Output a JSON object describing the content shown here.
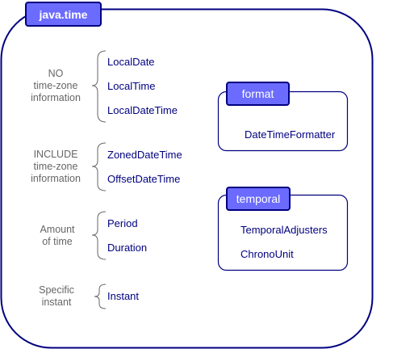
{
  "package": {
    "name": "java.time"
  },
  "groups": [
    {
      "label_lines": [
        "NO",
        "time-zone",
        "information"
      ],
      "classes": [
        "LocalDate",
        "LocalTime",
        "LocalDateTime"
      ]
    },
    {
      "label_lines": [
        "INCLUDE",
        "time-zone",
        "information"
      ],
      "classes": [
        "ZonedDateTime",
        "OffsetDateTime"
      ]
    },
    {
      "label_lines": [
        "Amount",
        "of time"
      ],
      "classes": [
        "Period",
        "Duration"
      ]
    },
    {
      "label_lines": [
        "Specific",
        "instant"
      ],
      "classes": [
        "Instant"
      ]
    }
  ],
  "subpackages": [
    {
      "name": "format",
      "classes": [
        "DateTimeFormatter"
      ]
    },
    {
      "name": "temporal",
      "classes": [
        "TemporalAdjusters",
        "ChronoUnit"
      ]
    }
  ],
  "colors": {
    "outline": "#000080",
    "label_fill": "#6b6bff",
    "label_text": "#ffffff",
    "class_text": "#000080",
    "group_text": "#666666",
    "brace": "#666666"
  }
}
